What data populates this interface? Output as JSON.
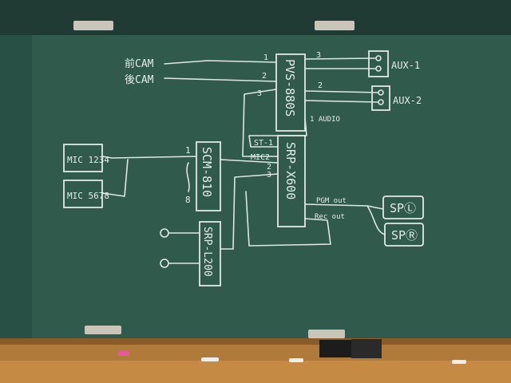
{
  "board": {
    "colors": {
      "board": "#2f5a4c",
      "frame": "#1f3b33",
      "tray": "#b07a3a",
      "chalk": "#e6ece8"
    }
  },
  "diagram": {
    "inputs": {
      "front_cam": "前CAM",
      "rear_cam": "後CAM"
    },
    "devices": {
      "switcher": "PVS-880S",
      "mixer": "SRP-X600",
      "mic_mixer": "SCM-810",
      "small_mixer": "SRP-L200",
      "mic1": "MIC 1234",
      "mic2": "MIC 5678"
    },
    "outputs": {
      "aux1": "AUX-1",
      "aux2": "AUX-2",
      "spl": "SPⓁ",
      "spr": "SPⓇ"
    },
    "labels": {
      "n1": "1",
      "n2": "2",
      "n3": "3",
      "o3": "3",
      "o2": "2",
      "audio": "1 AUDIO",
      "st1": "ST-1",
      "mic2": "MIC2",
      "m2": "2",
      "m3": "3",
      "pgm_out": "PGM out",
      "rec_out": "Rec out",
      "scm_1": "1",
      "scm_8": "8"
    }
  }
}
